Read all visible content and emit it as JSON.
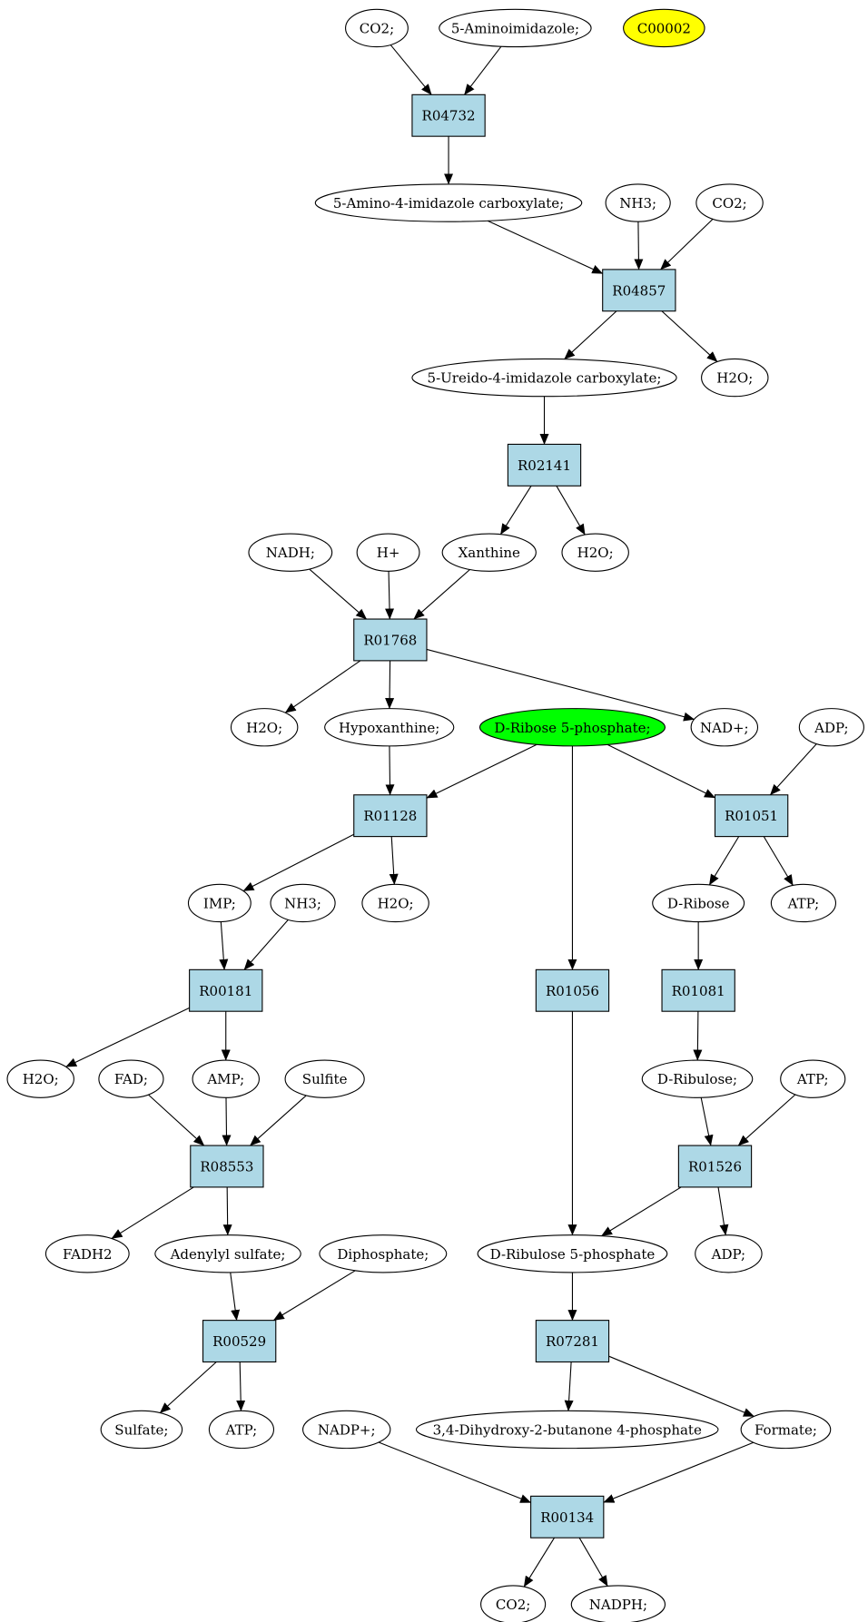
{
  "colors": {
    "reaction_fill": "#add8e6",
    "compound_fill": "#ffffff",
    "highlight_yellow": "#ffff00",
    "highlight_green": "#00ff00"
  },
  "nodes": [
    {
      "id": "co2_a",
      "label": "CO2;",
      "kind": "compound"
    },
    {
      "id": "aminoimidazole",
      "label": "5-Aminoimidazole;",
      "kind": "compound"
    },
    {
      "id": "c00002",
      "label": "C00002",
      "kind": "compound",
      "fill": "#ffff00"
    },
    {
      "id": "r04732",
      "label": "R04732",
      "kind": "reaction"
    },
    {
      "id": "amino_carbox",
      "label": "5-Amino-4-imidazole carboxylate;",
      "kind": "compound"
    },
    {
      "id": "nh3_a",
      "label": "NH3;",
      "kind": "compound"
    },
    {
      "id": "co2_b",
      "label": "CO2;",
      "kind": "compound"
    },
    {
      "id": "r04857",
      "label": "R04857",
      "kind": "reaction"
    },
    {
      "id": "ureido_carbox",
      "label": "5-Ureido-4-imidazole carboxylate;",
      "kind": "compound"
    },
    {
      "id": "h2o_a",
      "label": "H2O;",
      "kind": "compound"
    },
    {
      "id": "r02141",
      "label": "R02141",
      "kind": "reaction"
    },
    {
      "id": "nadh",
      "label": "NADH;",
      "kind": "compound"
    },
    {
      "id": "hplus",
      "label": "H+",
      "kind": "compound"
    },
    {
      "id": "xanthine",
      "label": "Xanthine",
      "kind": "compound"
    },
    {
      "id": "h2o_b",
      "label": "H2O;",
      "kind": "compound"
    },
    {
      "id": "r01768",
      "label": "R01768",
      "kind": "reaction"
    },
    {
      "id": "h2o_c",
      "label": "H2O;",
      "kind": "compound"
    },
    {
      "id": "hypoxanthine",
      "label": "Hypoxanthine;",
      "kind": "compound"
    },
    {
      "id": "ribose5p",
      "label": "D-Ribose 5-phosphate;",
      "kind": "compound",
      "fill": "#00ff00"
    },
    {
      "id": "nadplus",
      "label": "NAD+;",
      "kind": "compound"
    },
    {
      "id": "adp_a",
      "label": "ADP;",
      "kind": "compound"
    },
    {
      "id": "r01128",
      "label": "R01128",
      "kind": "reaction"
    },
    {
      "id": "r01051",
      "label": "R01051",
      "kind": "reaction"
    },
    {
      "id": "imp",
      "label": "IMP;",
      "kind": "compound"
    },
    {
      "id": "nh3_b",
      "label": "NH3;",
      "kind": "compound"
    },
    {
      "id": "h2o_d",
      "label": "H2O;",
      "kind": "compound"
    },
    {
      "id": "dribose",
      "label": "D-Ribose",
      "kind": "compound"
    },
    {
      "id": "atp_a",
      "label": "ATP;",
      "kind": "compound"
    },
    {
      "id": "r00181",
      "label": "R00181",
      "kind": "reaction"
    },
    {
      "id": "r01056",
      "label": "R01056",
      "kind": "reaction"
    },
    {
      "id": "r01081",
      "label": "R01081",
      "kind": "reaction"
    },
    {
      "id": "h2o_e",
      "label": "H2O;",
      "kind": "compound"
    },
    {
      "id": "fad",
      "label": "FAD;",
      "kind": "compound"
    },
    {
      "id": "amp",
      "label": "AMP;",
      "kind": "compound"
    },
    {
      "id": "sulfite",
      "label": "Sulfite",
      "kind": "compound"
    },
    {
      "id": "dribulose",
      "label": "D-Ribulose;",
      "kind": "compound"
    },
    {
      "id": "atp_b",
      "label": "ATP;",
      "kind": "compound"
    },
    {
      "id": "r08553",
      "label": "R08553",
      "kind": "reaction"
    },
    {
      "id": "r01526",
      "label": "R01526",
      "kind": "reaction"
    },
    {
      "id": "fadh2",
      "label": "FADH2",
      "kind": "compound"
    },
    {
      "id": "adenylyl",
      "label": "Adenylyl sulfate;",
      "kind": "compound"
    },
    {
      "id": "diphosphate",
      "label": "Diphosphate;",
      "kind": "compound"
    },
    {
      "id": "ribulose5p",
      "label": "D-Ribulose 5-phosphate",
      "kind": "compound"
    },
    {
      "id": "adp_b",
      "label": "ADP;",
      "kind": "compound"
    },
    {
      "id": "r00529",
      "label": "R00529",
      "kind": "reaction"
    },
    {
      "id": "r07281",
      "label": "R07281",
      "kind": "reaction"
    },
    {
      "id": "sulfate",
      "label": "Sulfate;",
      "kind": "compound"
    },
    {
      "id": "atp_c",
      "label": "ATP;",
      "kind": "compound"
    },
    {
      "id": "nadpplus",
      "label": "NADP+;",
      "kind": "compound"
    },
    {
      "id": "dihydroxy",
      "label": "3,4-Dihydroxy-2-butanone 4-phosphate",
      "kind": "compound"
    },
    {
      "id": "formate",
      "label": "Formate;",
      "kind": "compound"
    },
    {
      "id": "r00134",
      "label": "R00134",
      "kind": "reaction"
    },
    {
      "id": "co2_c",
      "label": "CO2;",
      "kind": "compound"
    },
    {
      "id": "nadph",
      "label": "NADPH;",
      "kind": "compound"
    }
  ],
  "edges": [
    [
      "co2_a",
      "r04732"
    ],
    [
      "aminoimidazole",
      "r04732"
    ],
    [
      "r04732",
      "amino_carbox"
    ],
    [
      "amino_carbox",
      "r04857"
    ],
    [
      "nh3_a",
      "r04857"
    ],
    [
      "co2_b",
      "r04857"
    ],
    [
      "r04857",
      "ureido_carbox"
    ],
    [
      "r04857",
      "h2o_a"
    ],
    [
      "ureido_carbox",
      "r02141"
    ],
    [
      "r02141",
      "xanthine"
    ],
    [
      "r02141",
      "h2o_b"
    ],
    [
      "nadh",
      "r01768"
    ],
    [
      "hplus",
      "r01768"
    ],
    [
      "xanthine",
      "r01768"
    ],
    [
      "r01768",
      "h2o_c"
    ],
    [
      "r01768",
      "hypoxanthine"
    ],
    [
      "r01768",
      "nadplus"
    ],
    [
      "hypoxanthine",
      "r01128"
    ],
    [
      "ribose5p",
      "r01128"
    ],
    [
      "ribose5p",
      "r01051"
    ],
    [
      "adp_a",
      "r01051"
    ],
    [
      "ribose5p",
      "r01056"
    ],
    [
      "r01128",
      "imp"
    ],
    [
      "r01128",
      "h2o_d"
    ],
    [
      "r01051",
      "dribose"
    ],
    [
      "r01051",
      "atp_a"
    ],
    [
      "imp",
      "r00181"
    ],
    [
      "nh3_b",
      "r00181"
    ],
    [
      "r00181",
      "h2o_e"
    ],
    [
      "r00181",
      "amp"
    ],
    [
      "dribose",
      "r01081"
    ],
    [
      "r01081",
      "dribulose"
    ],
    [
      "fad",
      "r08553"
    ],
    [
      "amp",
      "r08553"
    ],
    [
      "sulfite",
      "r08553"
    ],
    [
      "dribulose",
      "r01526"
    ],
    [
      "atp_b",
      "r01526"
    ],
    [
      "r01056",
      "ribulose5p"
    ],
    [
      "r01526",
      "ribulose5p"
    ],
    [
      "r01526",
      "adp_b"
    ],
    [
      "r08553",
      "fadh2"
    ],
    [
      "r08553",
      "adenylyl"
    ],
    [
      "adenylyl",
      "r00529"
    ],
    [
      "diphosphate",
      "r00529"
    ],
    [
      "r00529",
      "sulfate"
    ],
    [
      "r00529",
      "atp_c"
    ],
    [
      "ribulose5p",
      "r07281"
    ],
    [
      "r07281",
      "dihydroxy"
    ],
    [
      "r07281",
      "formate"
    ],
    [
      "nadpplus",
      "r00134"
    ],
    [
      "formate",
      "r00134"
    ],
    [
      "r00134",
      "co2_c"
    ],
    [
      "r00134",
      "nadph"
    ]
  ]
}
